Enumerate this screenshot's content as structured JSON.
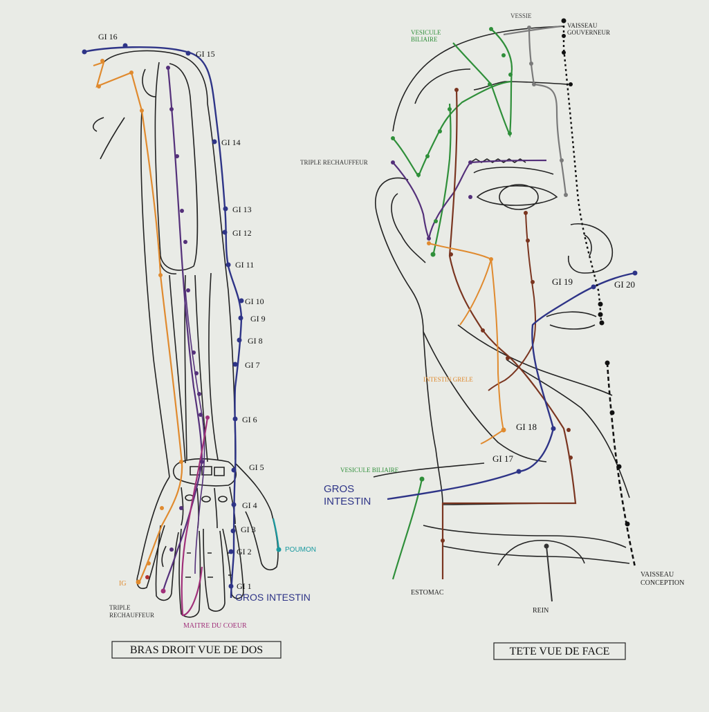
{
  "colors": {
    "paper": "#e9ebe6",
    "outline": "#222222",
    "gros_intestin": "#2e3487",
    "triple_rechauffeur": "#54307a",
    "maitre_du_coeur": "#a0307a",
    "intestin_grele": "#e08a2e",
    "vesicule_biliaire": "#2f8f3a",
    "estomac": "#7a3520",
    "vessie": "#7a7a7a",
    "poumon": "#1a9aa0",
    "vaisseau": "#111111"
  },
  "arm": {
    "points": [
      "GI 16",
      "GI 15",
      "GI 14",
      "GI 13",
      "GI 12",
      "GI 11",
      "GI 10",
      "GI 9",
      "GI 8",
      "GI 7",
      "GI 6",
      "GI 5",
      "GI 4",
      "GI 3",
      "GI 2",
      "GI 1"
    ],
    "label_ig": "IG",
    "label_triple": "TRIPLE\nRECHAUFFEUR",
    "label_maitre": "MAITRE DU COEUR",
    "label_poumon": "POUMON",
    "label_gros_intestin": "GROS INTESTIN",
    "caption": "BRAS DROIT VUE DE DOS"
  },
  "head": {
    "label_vessie": "VESSIE",
    "label_vaisseau_gouverneur": "VAISSEAU\nGOUVERNEUR",
    "label_vesicule_top": "VESICULE\nBILIAIRE",
    "label_triple": "TRIPLE RECHAUFFEUR",
    "label_intestin_grele": "INTESTIN GRELE",
    "label_vesicule_bottom": "VESICULE BILIAIRE",
    "label_gros_intestin": "GROS\nINTESTIN",
    "label_estomac": "ESTOMAC",
    "label_rein": "REIN",
    "label_vaisseau_conception": "VAISSEAU\nCONCEPTION",
    "points": [
      "GI 19",
      "GI 20",
      "GI 18",
      "GI 17"
    ],
    "caption": "TETE VUE DE FACE"
  }
}
